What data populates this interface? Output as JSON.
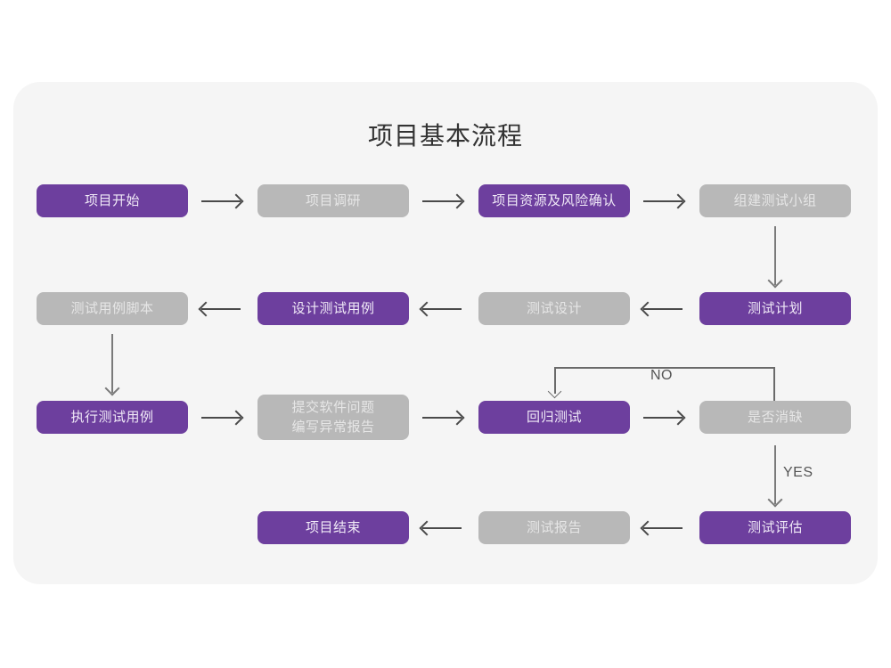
{
  "diagram": {
    "title": "项目基本流程",
    "colors": {
      "purple": "#6d3f9e",
      "gray": "#b8b8b8",
      "card_background": "#f5f5f5",
      "page_background": "#ffffff",
      "arrow": "#4a4a4a",
      "title_text": "#333333"
    },
    "nodes": [
      {
        "id": "n1",
        "label": "项目开始",
        "style": "purple"
      },
      {
        "id": "n2",
        "label": "项目调研",
        "style": "gray"
      },
      {
        "id": "n3",
        "label": "项目资源及风险确认",
        "style": "purple"
      },
      {
        "id": "n4",
        "label": "组建测试小组",
        "style": "gray"
      },
      {
        "id": "n5",
        "label": "测试用例脚本",
        "style": "gray"
      },
      {
        "id": "n6",
        "label": "设计测试用例",
        "style": "purple"
      },
      {
        "id": "n7",
        "label": "测试设计",
        "style": "gray"
      },
      {
        "id": "n8",
        "label": "测试计划",
        "style": "purple"
      },
      {
        "id": "n9",
        "label": "执行测试用例",
        "style": "purple"
      },
      {
        "id": "n10",
        "label": "提交软件问题\n编写异常报告",
        "style": "gray"
      },
      {
        "id": "n11",
        "label": "回归测试",
        "style": "purple"
      },
      {
        "id": "n12",
        "label": "是否消缺",
        "style": "gray"
      },
      {
        "id": "n13",
        "label": "项目结束",
        "style": "purple"
      },
      {
        "id": "n14",
        "label": "测试报告",
        "style": "gray"
      },
      {
        "id": "n15",
        "label": "测试评估",
        "style": "purple"
      }
    ],
    "edge_labels": {
      "no": "NO",
      "yes": "YES"
    }
  }
}
